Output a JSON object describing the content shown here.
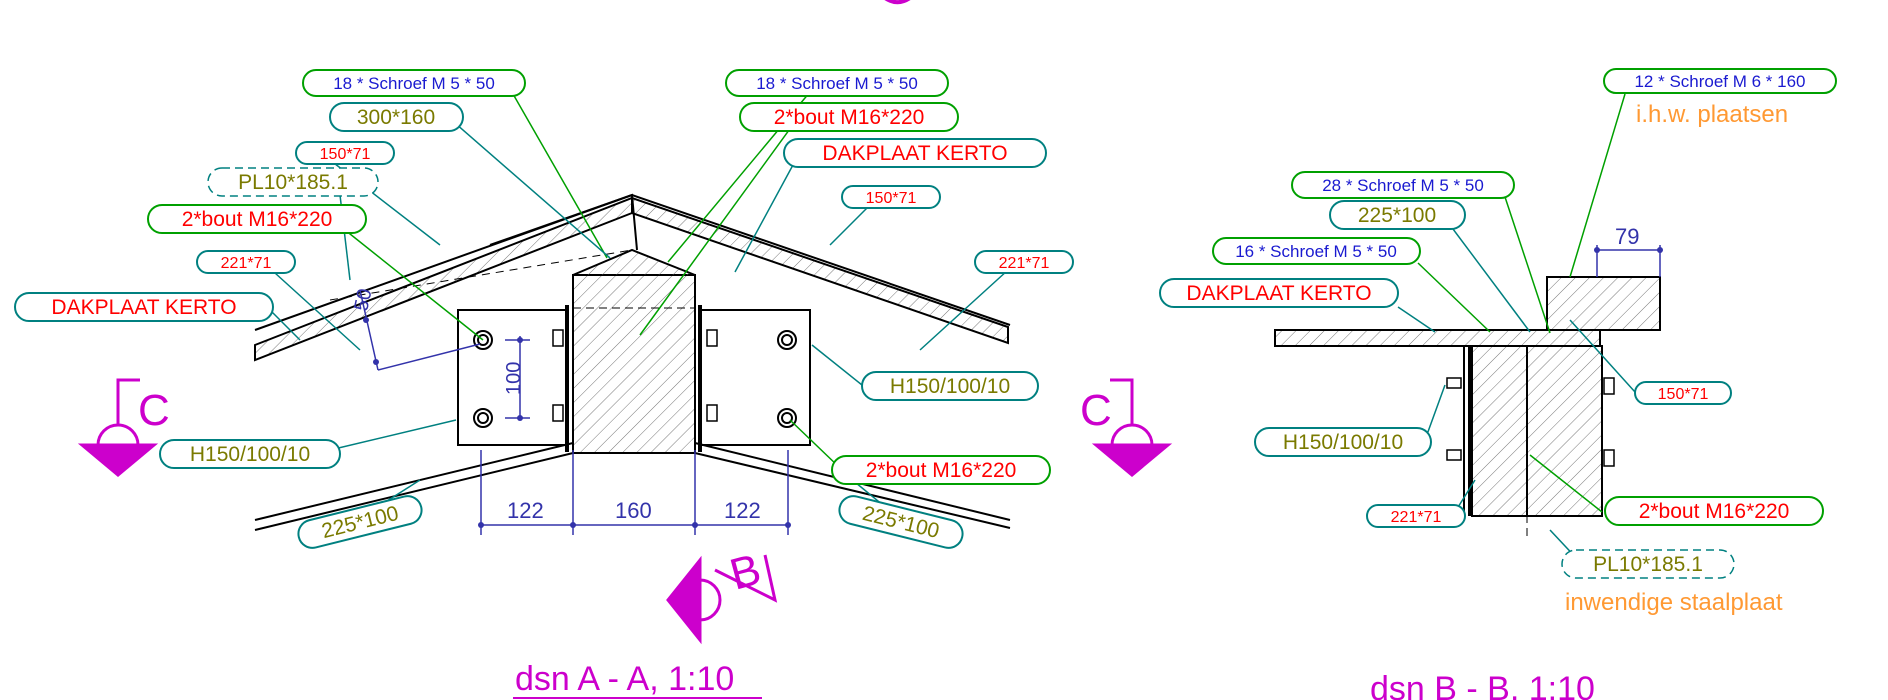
{
  "colors": {
    "blue": "#1a1ad0",
    "red": "#ff0000",
    "olive": "#7a7a00",
    "teal": "#008080",
    "green": "#00a000",
    "orange": "#ff9933",
    "magenta": "#cc00cc",
    "dim": "#3333aa",
    "black": "#000000"
  },
  "left_section": {
    "title": "dsn A - A, 1:10",
    "labels": {
      "screw_top_left": "18 * Schroef M 5 * 50",
      "screw_top_right": "18 * Schroef M 5 * 50",
      "beam_300_160": "300*160",
      "bolt_top_right": "2*bout M16*220",
      "kerto_top_right": "DAKPLAAT KERTO",
      "rafter_150_71_left": "150*71",
      "plate_pl10": "PL10*185.1",
      "rafter_150_71_right": "150*71",
      "bolt_left": "2*bout M16*220",
      "rafter_221_71_left": "221*71",
      "rafter_221_71_right": "221*71",
      "kerto_left": "DAKPLAAT KERTO",
      "h_profile_right": "H150/100/10",
      "h_profile_left": "H150/100/10",
      "bolt_bottom_right": "2*bout M16*220",
      "beam_225_left": "225*100",
      "beam_225_right": "225*100"
    },
    "dimensions": {
      "d50": "50",
      "d100": "100",
      "d122_left": "122",
      "d160": "160",
      "d122_right": "122"
    },
    "section_markers": {
      "c_left": "C",
      "c_right": "C",
      "b": "B"
    }
  },
  "right_section": {
    "title": "dsn B - B, 1:10",
    "labels": {
      "screw_12": "12 * Schroef M 6 * 160",
      "ihw": "i.h.w. plaatsen",
      "screw_28": "28 * Schroef M 5 * 50",
      "beam_225_100": "225*100",
      "screw_16": "16 * Schroef M 5 * 50",
      "kerto": "DAKPLAAT KERTO",
      "rafter_150_71": "150*71",
      "h_profile": "H150/100/10",
      "rafter_221_71": "221*71",
      "bolt": "2*bout M16*220",
      "plate_pl10": "PL10*185.1",
      "inner_plate": "inwendige staalplaat"
    },
    "dimensions": {
      "d79": "79"
    }
  }
}
